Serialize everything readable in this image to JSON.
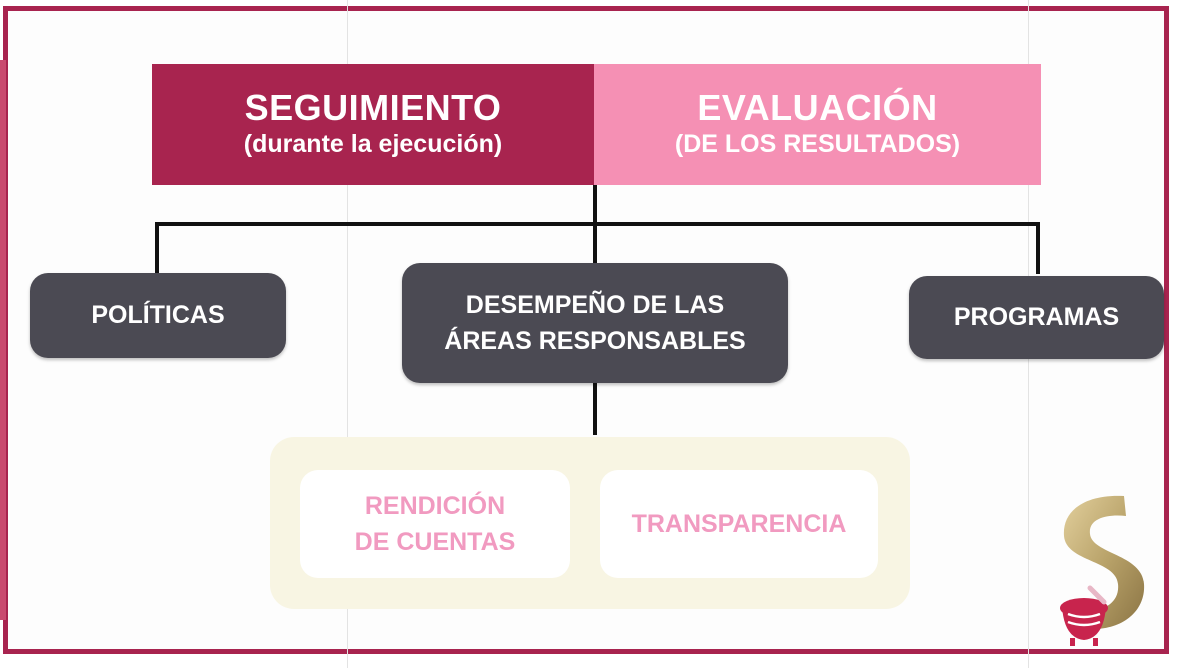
{
  "header": {
    "left": {
      "title": "SEGUIMIENTO",
      "subtitle": "(durante la ejecución)",
      "color": "#a8244f"
    },
    "right": {
      "title": "EVALUACIÓN",
      "subtitle": "(DE LOS RESULTADOS)",
      "color": "#f590b4"
    }
  },
  "nodes": {
    "politicas": "POLÍTICAS",
    "desempeno": {
      "line1": "DESEMPEÑO DE LAS",
      "line2": "ÁREAS RESPONSABLES"
    },
    "programas": "PROGRAMAS"
  },
  "outcomes": {
    "rendicion": {
      "line1": "RENDICIÓN",
      "line2": "DE CUENTAS"
    },
    "transparencia": "TRANSPARENCIA"
  },
  "colors": {
    "frame": "#a8244f",
    "node": "#4b4a53",
    "outcome_text": "#f19ac0",
    "panel": "#f8f5e3"
  },
  "icons": {
    "logo": "mortar-s-logo-icon"
  }
}
